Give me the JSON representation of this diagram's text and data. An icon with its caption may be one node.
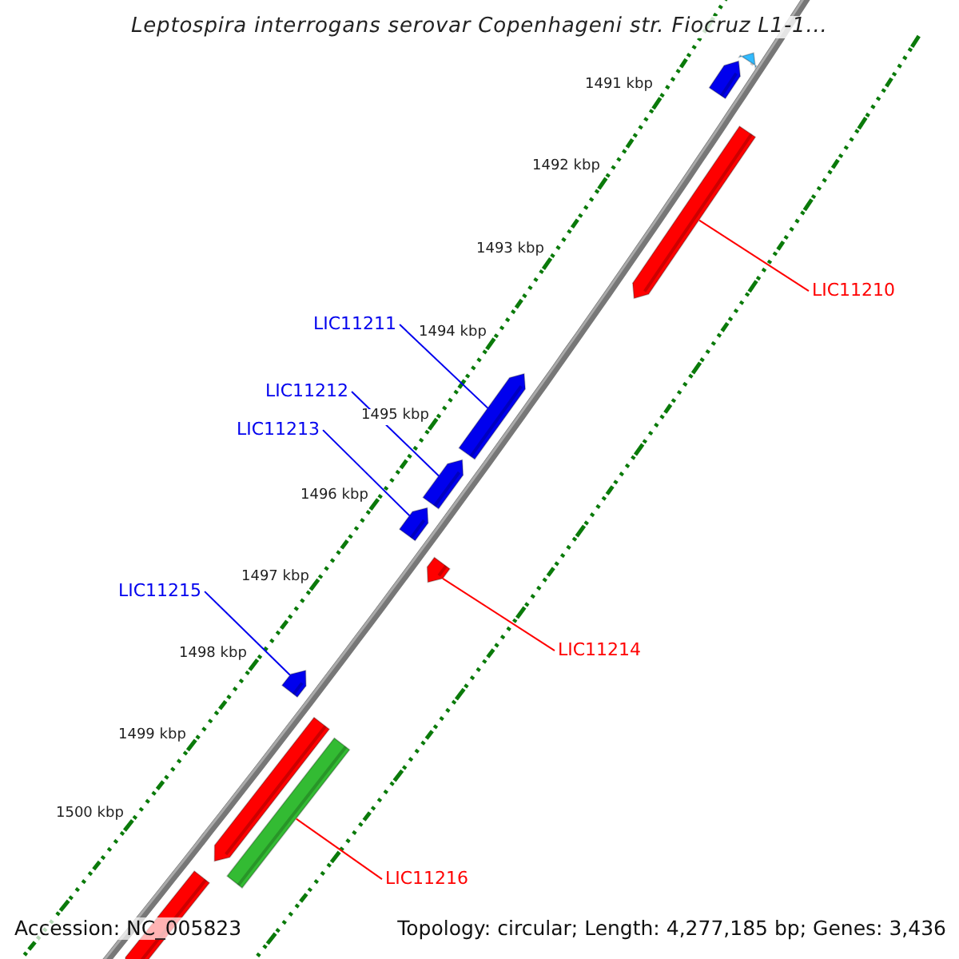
{
  "diagram": {
    "title": "Leptospira interrogans serovar Copenhageni str. Fiocruz L1-1...",
    "nodes": [
      {
        "text": [],
        "shape": "bar"
      },
      {
        "text": [],
        "shape": "bar"
      },
      {
        "text": [],
        "shape": "bar"
      },
      {
        "text": [
          "LIC11210"
        ]
      },
      {
        "text": [
          "LIC11211"
        ]
      },
      {
        "text": [],
        "shape": "bar"
      },
      {
        "text": [
          "LIC11212"
        ]
      },
      {
        "text": [],
        "shape": "bar"
      },
      {
        "text": [
          "LIC11213"
        ]
      },
      {
        "text": [],
        "shape": "bar"
      },
      {
        "text": [],
        "shape": "bar"
      },
      {
        "text": [
          "LIC11214"
        ]
      },
      {
        "text": [
          "LIC11215"
        ]
      },
      {
        "text": [],
        "shape": "bar"
      },
      {
        "text": [],
        "shape": "bar"
      },
      {
        "text": [],
        "shape": "bar"
      },
      {
        "text": [
          "LIC11216"
        ]
      },
      {
        "text": [],
        "shape": "bar"
      }
    ],
    "edges": [
      {
        "from": 3,
        "to": 2,
        "arrow": "none",
        "color": "#ff0000"
      },
      {
        "from": 4,
        "to": 5,
        "arrow": "none"
      },
      {
        "from": 6,
        "to": 7,
        "arrow": "none"
      },
      {
        "from": 8,
        "to": 9,
        "arrow": "none"
      },
      {
        "from": 11,
        "to": 10,
        "arrow": "none",
        "color": "#ff0000"
      },
      {
        "from": 12,
        "to": 13,
        "arrow": "none"
      },
      {
        "from": 16,
        "to": 15,
        "arrow": "none",
        "color": "#ff0000"
      }
    ],
    "labels": [
      "1491 kbp",
      "1492 kbp",
      "1493 kbp",
      "1494 kbp",
      "1495 kbp",
      "1496 kbp",
      "1497 kbp",
      "1498 kbp",
      "1499 kbp",
      "1500 kbp",
      "Accession: NC_005823",
      "Topology: circular; Length: 4,277,185 bp; Genes: 3,436"
    ]
  }
}
